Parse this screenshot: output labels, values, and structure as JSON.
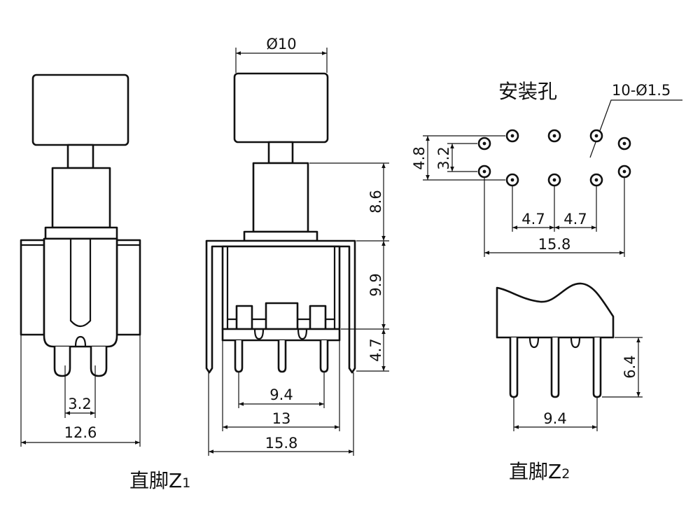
{
  "z1_side_view": {
    "pin_pitch": "3.2",
    "overall_width": "12.6"
  },
  "z1_front_view": {
    "cap_diameter": "Ø10",
    "height_actuator": "8.6",
    "height_housing": "9.9",
    "height_pins": "4.7",
    "pin_span": "9.4",
    "housing_width": "13",
    "bracket_width": "15.8"
  },
  "z1_caption": {
    "text": "直脚Z",
    "subscript": "1"
  },
  "mounting_holes": {
    "title": "安装孔",
    "callout": "10-Ø1.5",
    "row_spacing_outer": "4.8",
    "row_spacing_inner": "3.2",
    "pitch_left": "4.7",
    "pitch_right": "4.7",
    "span": "15.8"
  },
  "z2_side_view": {
    "pin_height": "6.4",
    "pin_span": "9.4"
  },
  "z2_caption": {
    "text": "直脚Z",
    "subscript": "2"
  }
}
